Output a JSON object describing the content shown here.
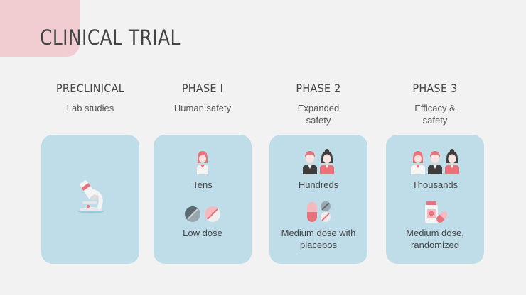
{
  "title": "CLINICAL TRIAL",
  "phases": [
    {
      "heading": "PRECLINICAL",
      "subtitle": "Lab studies",
      "items": []
    },
    {
      "heading": "PHASE I",
      "subtitle": "Human safety",
      "items": [
        {
          "label": "Tens",
          "icons": [
            "person-female-icon"
          ]
        },
        {
          "label": "Low dose",
          "icons": [
            "pills-icon"
          ]
        }
      ]
    },
    {
      "heading": "PHASE 2",
      "subtitle": "Expanded safety",
      "items": [
        {
          "label": "Hundreds",
          "icons": [
            "person-male-icon",
            "person-female-icon"
          ]
        },
        {
          "label": "Medium dose with placebos",
          "icons": [
            "capsule-pill-icon"
          ]
        }
      ]
    },
    {
      "heading": "PHASE 3",
      "subtitle": "Efficacy & safety",
      "items": [
        {
          "label": "Thousands",
          "icons": [
            "person-female-icon",
            "person-male-icon",
            "person-female-icon"
          ]
        },
        {
          "label": "Medium dose, randomized",
          "icons": [
            "medicine-bottle-icon"
          ]
        }
      ]
    }
  ],
  "colors": {
    "card": "#bfdde8",
    "accent": "#e8737d",
    "corner": "#f1cdd2",
    "dark": "#3d3d3d"
  }
}
